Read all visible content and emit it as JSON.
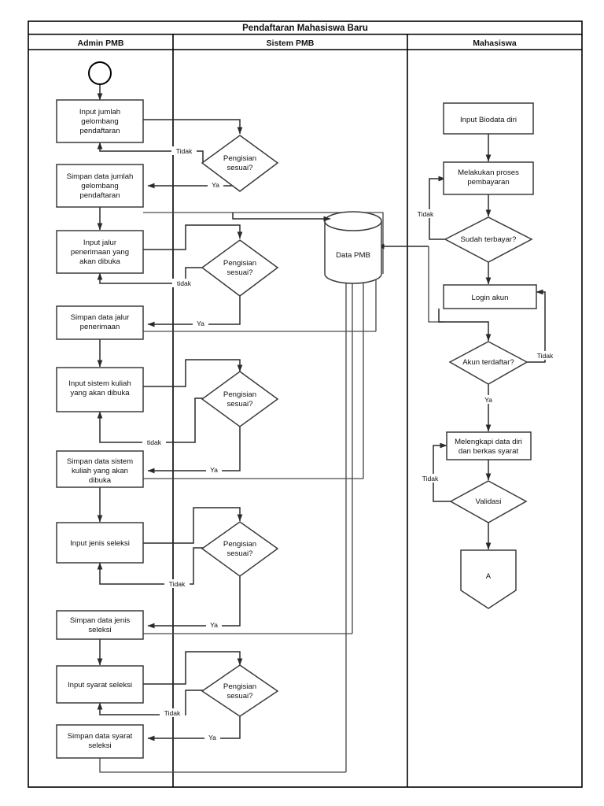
{
  "diagram": {
    "title": "Pendaftaran Mahasiswa Baru",
    "type": "cross-functional-flowchart",
    "lanes": [
      {
        "id": "admin",
        "label": "Admin PMB"
      },
      {
        "id": "sistem",
        "label": "Sistem PMB"
      },
      {
        "id": "mahasiswa",
        "label": "Mahasiswa"
      }
    ],
    "nodes": {
      "start": {
        "shape": "circle",
        "label": "",
        "lane": "admin"
      },
      "a1": {
        "shape": "process",
        "label": "Input jumlah gelombang pendaftaran",
        "lane": "admin",
        "lines": [
          "Input jumlah",
          "gelombang",
          "pendaftaran"
        ]
      },
      "d1": {
        "shape": "decision",
        "label": "Pengisian sesuai?",
        "lane": "sistem",
        "lines": [
          "Pengisian",
          "sesuai?"
        ]
      },
      "a2": {
        "shape": "process",
        "label": "Simpan data jumlah gelombang pendaftaran",
        "lane": "admin",
        "lines": [
          "Simpan data jumlah",
          "gelombang",
          "pendaftaran"
        ]
      },
      "a3": {
        "shape": "process",
        "label": "Input jalur penerimaan yang akan dibuka",
        "lane": "admin",
        "lines": [
          "Input jalur",
          "penerimaan yang",
          "akan dibuka"
        ]
      },
      "d2": {
        "shape": "decision",
        "label": "Pengisian sesuai?",
        "lane": "sistem",
        "lines": [
          "Pengisian",
          "sesuai?"
        ]
      },
      "a4": {
        "shape": "process",
        "label": "Simpan data jalur penerimaan",
        "lane": "admin",
        "lines": [
          "Simpan data jalur",
          "penerimaan"
        ]
      },
      "a5": {
        "shape": "process",
        "label": "Input sistem kuliah yang akan dibuka",
        "lane": "admin",
        "lines": [
          "Input sistem kuliah",
          "yang akan dibuka"
        ]
      },
      "d3": {
        "shape": "decision",
        "label": "Pengisian sesuai?",
        "lane": "sistem",
        "lines": [
          "Pengisian",
          "sesuai?"
        ]
      },
      "a6": {
        "shape": "process",
        "label": "Simpan data sistem kuliah yang akan dibuka",
        "lane": "admin",
        "lines": [
          "Simpan data sistem",
          "kuliah yang akan",
          "dibuka"
        ]
      },
      "a7": {
        "shape": "process",
        "label": "Input jenis seleksi",
        "lane": "admin",
        "lines": [
          "Input jenis seleksi"
        ]
      },
      "d4": {
        "shape": "decision",
        "label": "Pengisian sesuai?",
        "lane": "sistem",
        "lines": [
          "Pengisian",
          "sesuai?"
        ]
      },
      "a8": {
        "shape": "process",
        "label": "Simpan data jenis seleksi",
        "lane": "admin",
        "lines": [
          "Simpan data jenis",
          "seleksi"
        ]
      },
      "a9": {
        "shape": "process",
        "label": "Input syarat seleksi",
        "lane": "admin",
        "lines": [
          "Input syarat seleksi"
        ]
      },
      "d5": {
        "shape": "decision",
        "label": "Pengisian sesuai?",
        "lane": "sistem",
        "lines": [
          "Pengisian",
          "sesuai?"
        ]
      },
      "a10": {
        "shape": "process",
        "label": "Simpan data syarat seleksi",
        "lane": "admin",
        "lines": [
          "Simpan data syarat",
          "seleksi"
        ]
      },
      "db": {
        "shape": "database",
        "label": "Data PMB",
        "lane": "sistem",
        "lines": [
          "Data PMB"
        ]
      },
      "m1": {
        "shape": "process",
        "label": "Input Biodata diri",
        "lane": "mahasiswa",
        "lines": [
          "Input Biodata diri"
        ]
      },
      "m2": {
        "shape": "process",
        "label": "Melakukan proses pembayaran",
        "lane": "mahasiswa",
        "lines": [
          "Melakukan proses",
          "pembayaran"
        ]
      },
      "md1": {
        "shape": "decision",
        "label": "Sudah terbayar?",
        "lane": "mahasiswa",
        "lines": [
          "Sudah terbayar?"
        ]
      },
      "m3": {
        "shape": "process",
        "label": "Login akun",
        "lane": "mahasiswa",
        "lines": [
          "Login akun"
        ]
      },
      "md2": {
        "shape": "decision",
        "label": "Akun terdaftar?",
        "lane": "mahasiswa",
        "lines": [
          "Akun terdaftar?"
        ]
      },
      "m4": {
        "shape": "process",
        "label": "Melengkapi data diri dan berkas syarat",
        "lane": "mahasiswa",
        "lines": [
          "Melengkapi data diri",
          "dan berkas syarat"
        ]
      },
      "md3": {
        "shape": "decision",
        "label": "Validasi",
        "lane": "mahasiswa",
        "lines": [
          "Validasi"
        ]
      },
      "connA": {
        "shape": "off-page-connector",
        "label": "A",
        "lane": "mahasiswa",
        "lines": [
          "A"
        ]
      }
    },
    "edge_labels": {
      "d1_no": "Tidak",
      "d1_yes": "Ya",
      "d2_no": "tidak",
      "d2_yes": "Ya",
      "d3_no": "tidak",
      "d3_yes": "Ya",
      "d4_no": "Tidak",
      "d4_yes": "Ya",
      "d5_no": "Tidak",
      "d5_yes": "Ya",
      "md1_no": "Tidak",
      "md2_no": "Tidak",
      "md2_yes": "Ya",
      "md3_no": "Tidak"
    },
    "colors": {
      "background": "#ffffff",
      "stroke": "#3b3b3b",
      "frame": "#000000",
      "text": "#111111"
    }
  }
}
